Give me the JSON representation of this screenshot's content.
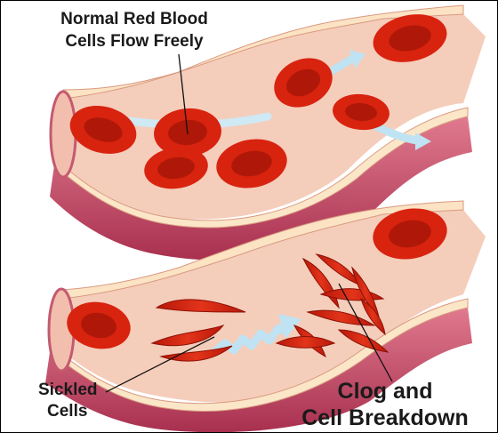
{
  "labels": {
    "normal_line1": "Normal Red Blood",
    "normal_line2": "Cells Flow Freely",
    "sickled_line1": "Sickled",
    "sickled_line2": "Cells",
    "clog_line1": "Clog and",
    "clog_line2": "Cell Breakdown"
  },
  "colors": {
    "vessel_outer": "#c24a6a",
    "vessel_inner": "#f6d3c3",
    "vessel_lining": "#fbe6c8",
    "rbc": "#d8230f",
    "rbc_dark": "#9e1405",
    "flow_arrow": "#bfe3f2"
  }
}
